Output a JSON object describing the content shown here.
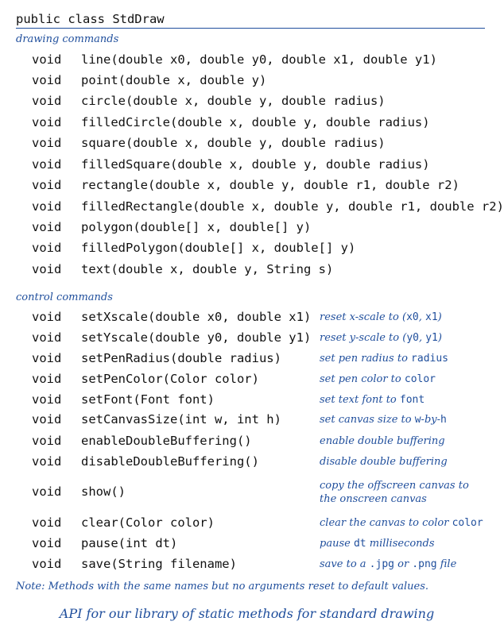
{
  "header": {
    "title": "public class StdDraw"
  },
  "drawing": {
    "label": "drawing commands",
    "rows": [
      {
        "ret": "void",
        "sig": "line(double x0, double y0, double x1, double y1)"
      },
      {
        "ret": "void",
        "sig": "point(double x, double y)"
      },
      {
        "ret": "void",
        "sig": "circle(double x, double y, double radius)"
      },
      {
        "ret": "void",
        "sig": "filledCircle(double x, double y, double radius)"
      },
      {
        "ret": "void",
        "sig": "square(double x, double y, double radius)"
      },
      {
        "ret": "void",
        "sig": "filledSquare(double x, double y, double radius)"
      },
      {
        "ret": "void",
        "sig": "rectangle(double x, double y, double r1, double r2)"
      },
      {
        "ret": "void",
        "sig": "filledRectangle(double x, double y, double r1, double r2)"
      },
      {
        "ret": "void",
        "sig": "polygon(double[] x, double[] y)"
      },
      {
        "ret": "void",
        "sig": "filledPolygon(double[] x, double[] y)"
      },
      {
        "ret": "void",
        "sig": "text(double x, double y, String s)"
      }
    ]
  },
  "control": {
    "label": "control commands",
    "rows": [
      {
        "ret": "void",
        "sig": "setXscale(double x0, double x1)",
        "desc": [
          {
            "t": "reset x-scale to ("
          },
          {
            "t": "x0",
            "code": true
          },
          {
            "t": ", "
          },
          {
            "t": "x1",
            "code": true
          },
          {
            "t": ")"
          }
        ]
      },
      {
        "ret": "void",
        "sig": "setYscale(double y0, double y1)",
        "desc": [
          {
            "t": "reset y-scale to ("
          },
          {
            "t": "y0",
            "code": true
          },
          {
            "t": ", "
          },
          {
            "t": "y1",
            "code": true
          },
          {
            "t": ")"
          }
        ]
      },
      {
        "ret": "void",
        "sig": "setPenRadius(double radius)",
        "desc": [
          {
            "t": "set pen radius to "
          },
          {
            "t": "radius",
            "code": true
          }
        ]
      },
      {
        "ret": "void",
        "sig": "setPenColor(Color color)",
        "desc": [
          {
            "t": "set pen color to "
          },
          {
            "t": "color",
            "code": true
          }
        ]
      },
      {
        "ret": "void",
        "sig": "setFont(Font font)",
        "desc": [
          {
            "t": "set text font to "
          },
          {
            "t": "font",
            "code": true
          }
        ]
      },
      {
        "ret": "void",
        "sig": "setCanvasSize(int w, int h)",
        "desc": [
          {
            "t": "set canvas size to "
          },
          {
            "t": "w",
            "code": true
          },
          {
            "t": "-by-"
          },
          {
            "t": "h",
            "code": true
          }
        ]
      },
      {
        "ret": "void",
        "sig": "enableDoubleBuffering()",
        "desc": [
          {
            "t": "enable double buffering"
          }
        ]
      },
      {
        "ret": "void",
        "sig": "disableDoubleBuffering()",
        "desc": [
          {
            "t": "disable double buffering"
          }
        ]
      },
      {
        "ret": "void",
        "sig": "show()",
        "desc": [
          {
            "t": "copy the offscreen canvas to"
          },
          {
            "br": true
          },
          {
            "t": "the onscreen canvas"
          }
        ]
      },
      {
        "ret": "void",
        "sig": "clear(Color color)",
        "desc": [
          {
            "t": "clear the canvas to color "
          },
          {
            "t": "color",
            "code": true
          }
        ]
      },
      {
        "ret": "void",
        "sig": "pause(int dt)",
        "desc": [
          {
            "t": "pause "
          },
          {
            "t": "dt",
            "code": true
          },
          {
            "t": " milliseconds"
          }
        ]
      },
      {
        "ret": "void",
        "sig": "save(String filename)",
        "desc": [
          {
            "t": "save to a "
          },
          {
            "t": ".jpg",
            "code": true
          },
          {
            "t": " or "
          },
          {
            "t": ".png",
            "code": true
          },
          {
            "t": " file"
          }
        ]
      }
    ]
  },
  "note": "Note: Methods with the same names but no arguments reset to default values.",
  "caption": "API for our library of static methods for standard drawing"
}
